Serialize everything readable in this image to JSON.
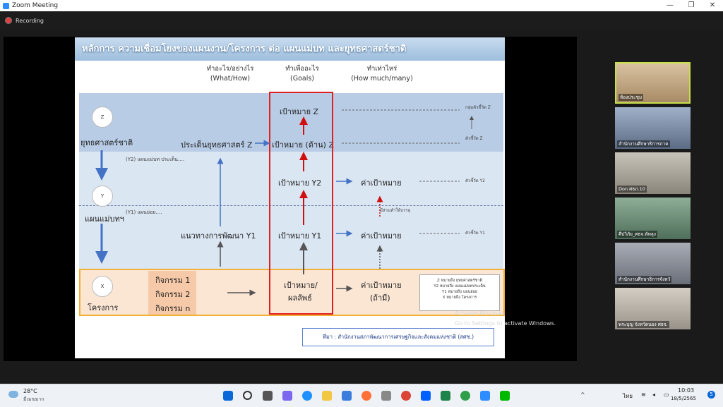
{
  "window": {
    "title": "Zoom Meeting",
    "minimize": "—",
    "restore": "❐",
    "close": "✕"
  },
  "recording": {
    "label": "Recording"
  },
  "slide": {
    "title": "หลักการ ความเชื่อมโยงของแผนงาน/โครงการ ต่อ แผนแม่บท และยุทธศาสตร์ชาติ",
    "headers": {
      "what_th": "ทำอะไร/อย่างไร",
      "what_en": "(What/How)",
      "goals_th": "ทำเพื่ออะไร",
      "goals_en": "(Goals)",
      "much_th": "ทำเท่าไหร่",
      "much_en": "(How much/many)"
    },
    "levels": {
      "z_letter": "Z",
      "z_label": "ยุทธศาสตร์ชาติ",
      "y_letter": "Y",
      "y_label": "แผนแม่บทฯ",
      "x_letter": "X",
      "x_label": "โครงการ"
    },
    "notes": {
      "y2_note": "(Y2) แผนแม่บท ประเด็น….",
      "y1_note": "(Y1) แผนย่อย…."
    },
    "what": {
      "issue_z": "ประเด็นยุทธศาสตร์ Z",
      "dev_y1": "แนวทางการพัฒนา Y1"
    },
    "goals": {
      "goal_z": "เป้าหมาย Z",
      "goal_side_z": "เป้าหมาย (ด้าน) Z",
      "goal_y2": "เป้าหมาย Y2",
      "goal_y1": "เป้าหมาย Y1",
      "goal_x_1": "เป้าหมาย/",
      "goal_x_2": "ผลลัพธ์"
    },
    "targets": {
      "target_y2": "ค่าเป้าหมาย",
      "target_y1": "ค่าเป้าหมาย",
      "target_x_1": "ค่าเป้าหมาย",
      "target_x_2": "(ถ้ามี)"
    },
    "indicators": {
      "group_z": "กลุ่มตัวชี้วัด Z",
      "ind_z": "ตัวชี้วัด Z",
      "ind_y2": "ตัวชี้วัด Y2",
      "ind_y1": "ตัวชี้วัด Y1",
      "contrib": "มีส่วนทำให้บรรลุ"
    },
    "activities": [
      "กิจกรรม 1",
      "กิจกรรม 2",
      "กิจกรรม n"
    ],
    "legend": [
      "Z หมายถึง ยุทธศาสตร์ชาติ",
      "Y2 หมายถึง แผนแม่บทประเด็น",
      "Y1 หมายถึง แผนย่อย",
      "X หมายถึง โครงการ"
    ],
    "source": "ที่มา : สำนักงานสภาพัฒนาการเศรษฐกิจและสังคมแห่งชาติ (สศช.)"
  },
  "watermark": {
    "line1": "Activate Windows",
    "line2": "Go to Settings to activate Windows."
  },
  "participants": [
    {
      "name": "ห้องประชุม",
      "bg": "#c8a880"
    },
    {
      "name": "สำนักงานศึกษาธิการภาค",
      "bg": "#7d8fa8"
    },
    {
      "name": "Don ศธภ.10",
      "bg": "#a9a49a"
    },
    {
      "name": "ศึปวิภัย_ศธจ.พัทลุง",
      "bg": "#6f8f7a"
    },
    {
      "name": "สำนักงานศึกษาธิการจังหวั",
      "bg": "#8a8e98"
    },
    {
      "name": "พระบุญ จังหวัดนอง ศธจ.",
      "bg": "#b9b2a8"
    }
  ],
  "taskbar": {
    "temperature": "28°C",
    "weather": "มีเมฆมาก",
    "lang": "ไทย",
    "time": "10:03",
    "date": "18/5/2565",
    "notif": "5"
  },
  "colors": {
    "accent": "#2d8cff",
    "goal_border": "#e02020",
    "project_border": "#f2b134"
  }
}
